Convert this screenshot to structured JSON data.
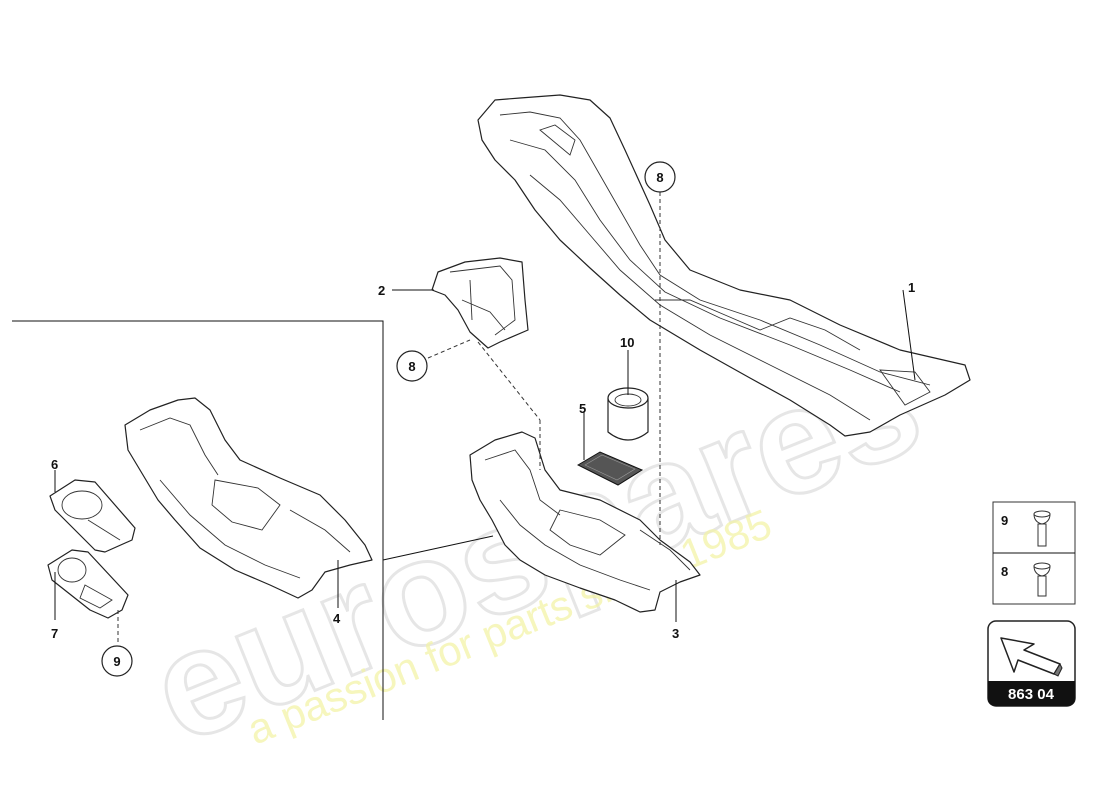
{
  "watermark": {
    "brand": "eurospares",
    "tagline": "a passion for parts since 1985"
  },
  "callouts": {
    "c1": "1",
    "c2": "2",
    "c3": "3",
    "c4": "4",
    "c5": "5",
    "c6": "6",
    "c7": "7",
    "c8_top": "8",
    "c8_left": "8",
    "c9": "9",
    "c10": "10"
  },
  "legend": {
    "row1": "9",
    "row2": "8"
  },
  "reference": {
    "code": "863 04"
  }
}
